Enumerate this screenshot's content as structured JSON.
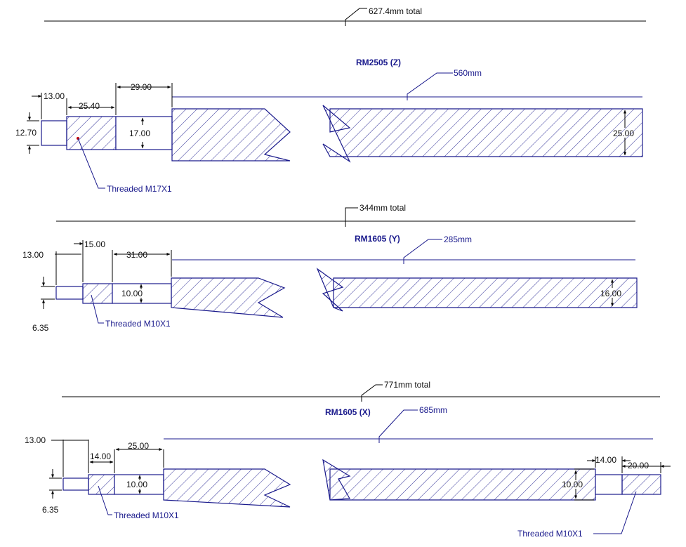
{
  "colors": {
    "line": "#000000",
    "part": "#1a1a8c",
    "text": "#111111",
    "label": "#1a1a8c",
    "leader_dot": "#cc0000"
  },
  "z": {
    "title": "RM2505 (Z)",
    "total": "627.4mm total",
    "screw": "560mm",
    "d1": "13.00",
    "d2": "25.40",
    "d3": "29.00",
    "dia1": "12.70",
    "dia2": "17.00",
    "dia3": "25.00",
    "thread": "Threaded M17X1"
  },
  "y": {
    "title": "RM1605 (Y)",
    "total": "344mm total",
    "screw": "285mm",
    "d1": "13.00",
    "d2": "15.00",
    "d3": "31.00",
    "dia1": "6.35",
    "dia2": "10.00",
    "dia3": "16.00",
    "thread": "Threaded M10X1"
  },
  "x": {
    "title": "RM1605 (X)",
    "total": "771mm total",
    "screw": "685mm",
    "d1": "13.00",
    "d2": "14.00",
    "d3": "25.00",
    "dia1": "6.35",
    "dia2": "10.00",
    "thread": "Threaded M10X1",
    "r_d1": "14.00",
    "r_d2": "20.00",
    "r_dia": "10.00",
    "r_thread": "Threaded M10X1"
  }
}
